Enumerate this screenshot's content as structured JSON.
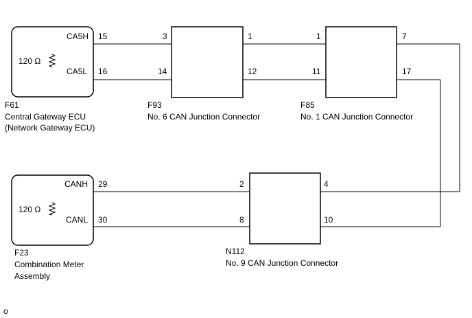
{
  "components": {
    "f61": {
      "code": "F61",
      "name_line1": "Central Gateway ECU",
      "name_line2": "(Network Gateway ECU)",
      "resistor": "120 Ω",
      "pin_high_label": "CA5H",
      "pin_high_no": "15",
      "pin_low_label": "CA5L",
      "pin_low_no": "16"
    },
    "f93": {
      "code": "F93",
      "name": "No. 6 CAN Junction Connector",
      "pins": [
        "3",
        "1",
        "14",
        "12"
      ]
    },
    "f85": {
      "code": "F85",
      "name": "No. 1 CAN Junction Connector",
      "pins": [
        "1",
        "7",
        "11",
        "17"
      ]
    },
    "f23": {
      "code": "F23",
      "name_line1": "Combination Meter",
      "name_line2": "Assembly",
      "resistor": "120 Ω",
      "pin_high_label": "CANH",
      "pin_high_no": "29",
      "pin_low_label": "CANL",
      "pin_low_no": "30"
    },
    "n112": {
      "code": "N112",
      "name": "No. 9 CAN Junction Connector",
      "pins": [
        "2",
        "4",
        "8",
        "10"
      ]
    }
  },
  "footer_mark": "o"
}
